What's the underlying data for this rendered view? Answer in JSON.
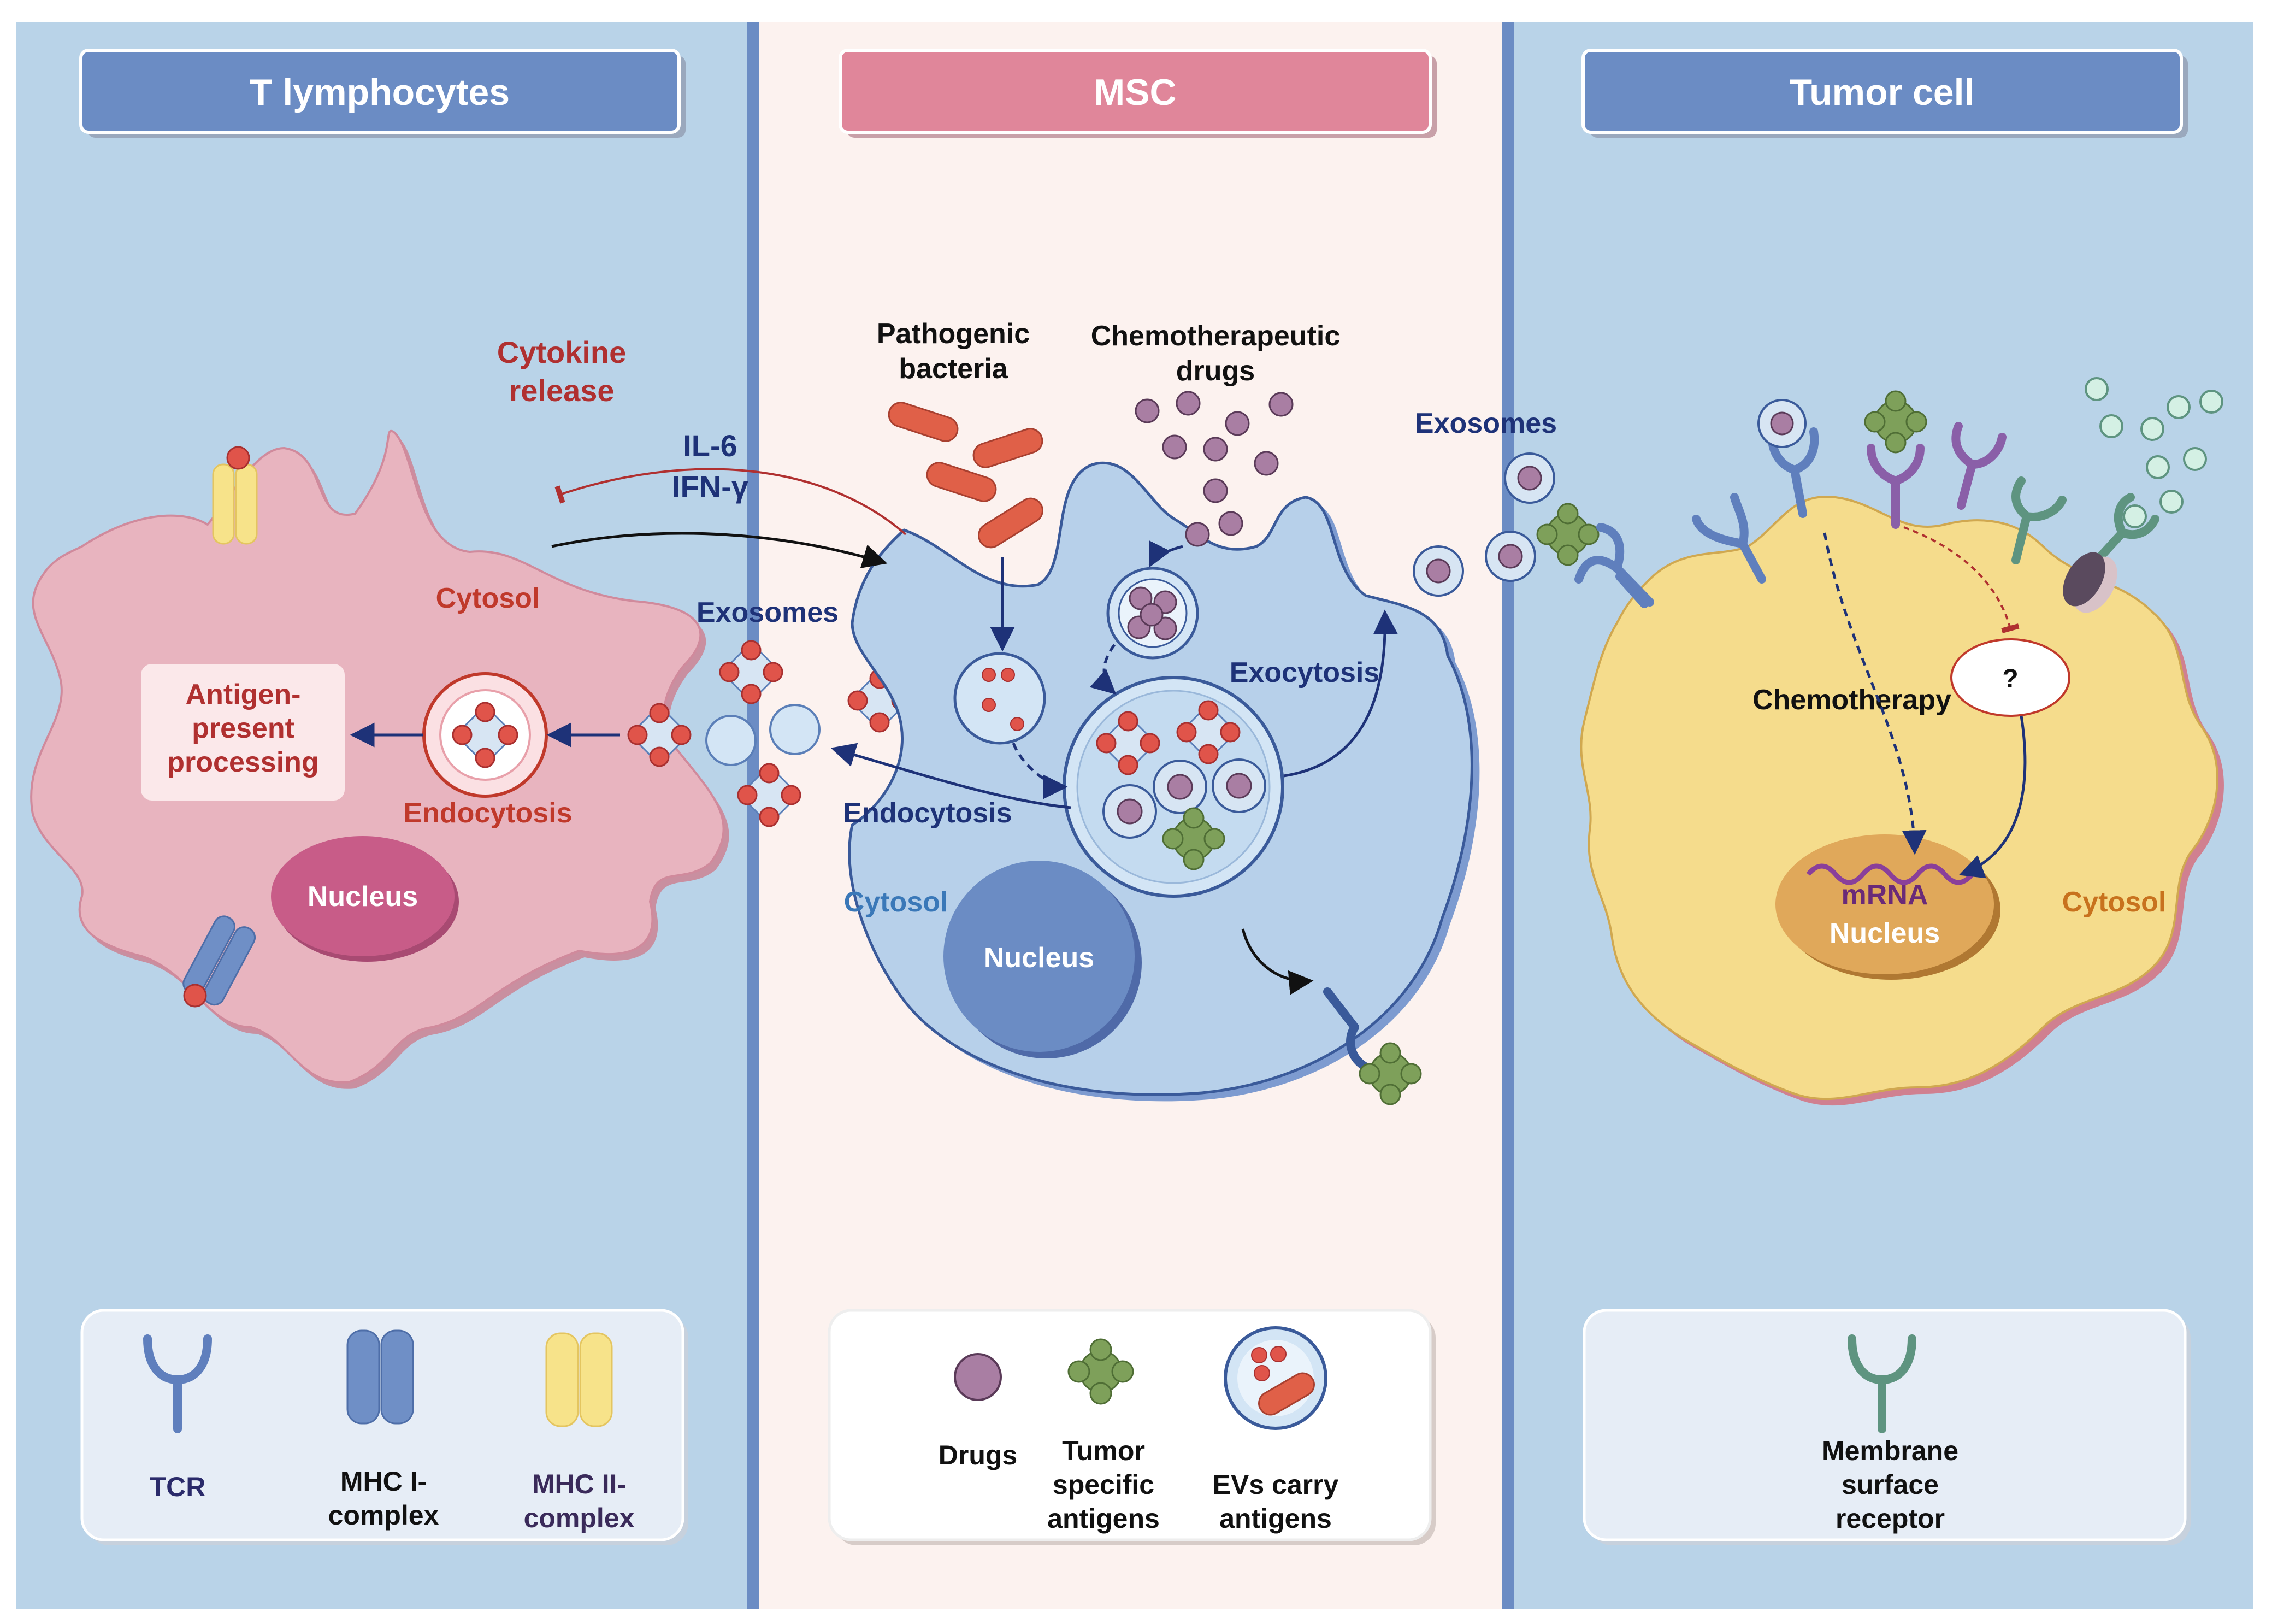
{
  "panels": {
    "left": {
      "title": "T lymphocytes"
    },
    "center": {
      "title": "MSC"
    },
    "right": {
      "title": "Tumor cell"
    }
  },
  "left_cell": {
    "cytokine_release": [
      "Cytokine",
      "release"
    ],
    "cytokines": [
      "IL-6",
      "IFN-γ"
    ],
    "cytosol": "Cytosol",
    "antigen_box": [
      "Antigen-",
      "present",
      "processing"
    ],
    "endocytosis": "Endocytosis",
    "nucleus": "Nucleus"
  },
  "msc_cell": {
    "pathogenic_bacteria": [
      "Pathogenic",
      "bacteria"
    ],
    "chemotherapeutic_drugs": [
      "Chemotherapeutic",
      "drugs"
    ],
    "exosomes_left": "Exosomes",
    "exosomes_right": "Exosomes",
    "exocytosis": "Exocytosis",
    "endocytosis": "Endocytosis",
    "cytosol": "Cytosol",
    "nucleus": "Nucleus"
  },
  "tumor_cell": {
    "chemotherapy": "Chemotherapy",
    "question": "?",
    "mrna": "mRNA",
    "nucleus": "Nucleus",
    "cytosol": "Cytosol"
  },
  "legend_left": {
    "tcr": "TCR",
    "mhc1": [
      "MHC I-",
      "complex"
    ],
    "mhc2": [
      "MHC II-",
      "complex"
    ]
  },
  "legend_center": {
    "drugs": "Drugs",
    "tumor_antigens": [
      "Tumor",
      "specific",
      "antigens"
    ],
    "evs": [
      "EVs carry",
      "antigens"
    ]
  },
  "legend_right": {
    "receptor": [
      "Membrane",
      "surface",
      "receptor"
    ]
  },
  "colors": {
    "side_panel_bg": "#b9d3e8",
    "center_panel_bg": "#fcf2ef",
    "header_blue": "#6b8cc4",
    "header_pink": "#e0869a",
    "t_cell_fill": "#e8b4bf",
    "msc_cell_fill": "#b7d0ea",
    "tumor_cell_fill": "#f5dc8c",
    "red_text": "#c0392b",
    "navy_text": "#1e3278",
    "cytosol_blue_text": "#3a78b8",
    "cytosol_orange_text": "#c8721e",
    "drug_purple": "#a97ea3",
    "antigen_green": "#7ea05a",
    "receptor_green": "#5e9480",
    "tcr_blue": "#5f7fbd"
  }
}
